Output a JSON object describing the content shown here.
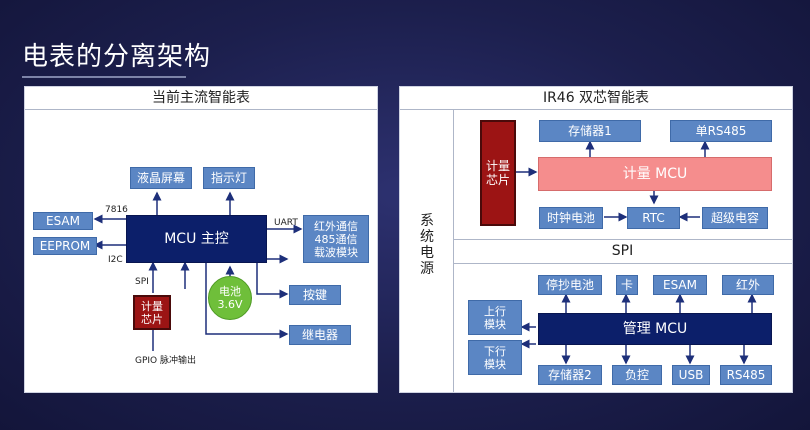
{
  "title": "电表的分离架构",
  "left": {
    "header": "当前主流智能表",
    "mcu": "MCU 主控",
    "lcd": "液晶屏幕",
    "indicator": "指示灯",
    "esam": "ESAM",
    "eeprom": "EEPROM",
    "comm": "红外通信\n485通信\n载波模块",
    "battery": "电池\n3.6V",
    "keys": "按键",
    "relay": "继电器",
    "meter_chip": "计量\n芯片",
    "lbl_7816": "7816",
    "lbl_i2c": "I2C",
    "lbl_uart": "UART",
    "lbl_spi": "SPI",
    "lbl_gpio": "GPIO 脉冲输出"
  },
  "right": {
    "header": "IR46 双芯智能表",
    "side_label": "系\n统\n电\n源",
    "meter_chip": "计量\n芯片",
    "storage1": "存储器1",
    "rs485_single": "单RS485",
    "meter_mcu": "计量 MCU",
    "clock_batt": "时钟电池",
    "rtc": "RTC",
    "supercap": "超级电容",
    "spi": "SPI",
    "outage_batt": "停抄电池",
    "card": "卡",
    "esam": "ESAM",
    "infrared": "红外",
    "uplink": "上行\n模块",
    "downlink": "下行\n模块",
    "mgmt_mcu": "管理 MCU",
    "storage2": "存储器2",
    "load_ctrl": "负控",
    "usb": "USB",
    "rs485": "RS485"
  },
  "colors": {
    "light_blue": "#5b86c4",
    "navy": "#0c1f6a",
    "dark_red": "#9c1414",
    "pink": "#f58d8d",
    "green": "#6fbf3a"
  }
}
